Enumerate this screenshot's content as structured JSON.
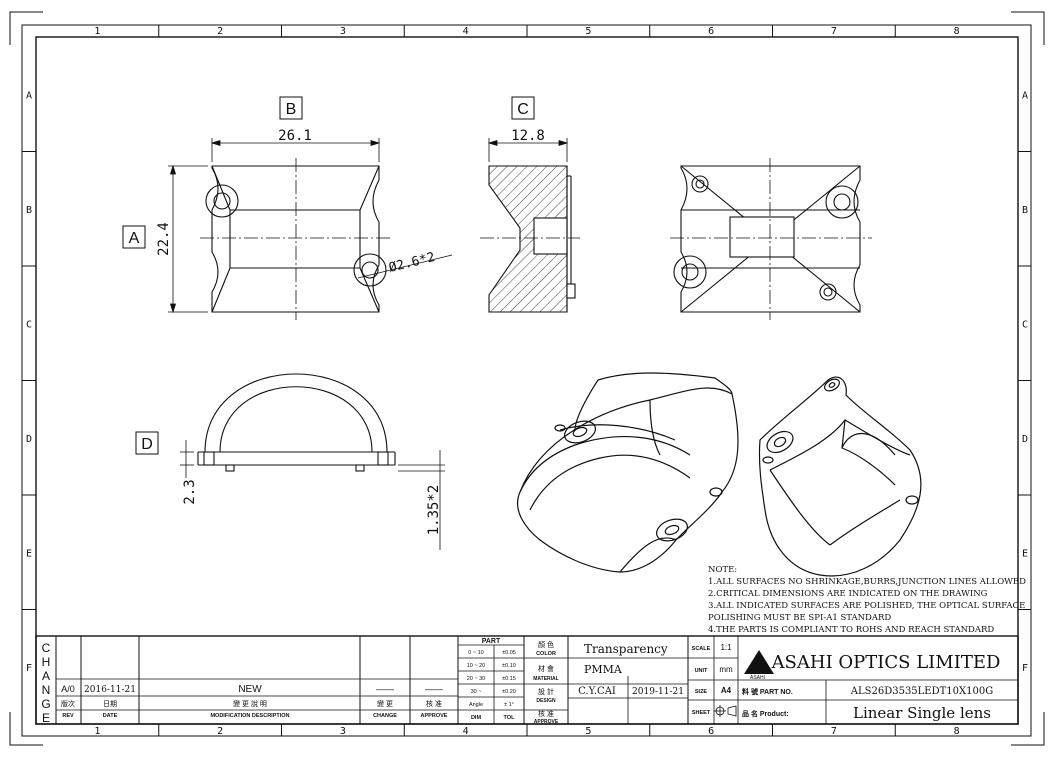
{
  "grid": {
    "columns": [
      "1",
      "2",
      "3",
      "4",
      "5",
      "6",
      "7",
      "8"
    ],
    "rows": [
      "A",
      "B",
      "C",
      "D",
      "E",
      "F"
    ]
  },
  "views": {
    "b": {
      "label": "B",
      "width_dim": "26.1"
    },
    "c": {
      "label": "C",
      "width_dim": "12.8"
    },
    "a": {
      "label": "A",
      "height_dim": "22.4"
    },
    "d": {
      "label": "D",
      "dim_left": "2.3",
      "dim_right": "1.35*2"
    },
    "hole_dim": "Ø2.6*2"
  },
  "notes": {
    "title": "NOTE:",
    "lines": [
      "1.ALL SURFACES NO SHRINKAGE,BURRS,JUNCTION LINES ALLOWED",
      "2.CRITICAL DIMENSIONS ARE INDICATED ON THE DRAWING",
      "3.ALL INDICATED SURFACES ARE POLISHED, THE OPTICAL SURFACE",
      "POLISHING MUST BE SPI-A1 STANDARD",
      "4.THE PARTS IS COMPLIANT TO ROHS AND REACH STANDARD"
    ]
  },
  "title_block": {
    "change_letters": [
      "C",
      "H",
      "A",
      "N",
      "G",
      "E"
    ],
    "rev": "A/0",
    "rev_date": "2016-11-21",
    "rev_desc": "NEW",
    "rev_change": "——",
    "rev_approve": "——",
    "h_rev_cn": "版次",
    "h_rev": "REV",
    "h_date_cn": "日期",
    "h_date": "DATE",
    "h_mod_cn": "變 更 說 明",
    "h_mod": "MODIFICATION DESCRIPTION",
    "h_change_cn": "變 更",
    "h_change": "CHANGE",
    "h_approve_cn": "核 准",
    "h_approve": "APPROVE",
    "part_header": "PART",
    "tolerance_rows": [
      {
        "range": "0 ~ 10",
        "tol": "±0.05"
      },
      {
        "range": "10 ~ 20",
        "tol": "±0.10"
      },
      {
        "range": "20 ~ 30",
        "tol": "±0.15"
      },
      {
        "range": "30 ~",
        "tol": "±0.20"
      },
      {
        "range": "Angle",
        "tol": "± 1°"
      },
      {
        "range": "DIM",
        "tol": "TOL"
      }
    ],
    "color_cn": "顏 色",
    "color_en": "COLOR",
    "material_cn": "材 會",
    "material_en": "MATERIAL",
    "design_cn": "設 計",
    "design_en": "DESIGN",
    "approve_cn": "核 准",
    "approve_en": "APPROVE",
    "color_value": "Transparency",
    "material_value": "PMMA",
    "designer": "C.Y.CAI",
    "design_date": "2019-11-21",
    "scale_label": "SCALE",
    "scale_value": "1:1",
    "unit_label": "UNIT",
    "unit_value": "mm",
    "size_label": "SIZE",
    "size_value": "A4",
    "sheet_label": "SHEET",
    "company": "ASAHI OPTICS LIMITED",
    "logo_text": "ASAHI",
    "part_no_label": "料 號  PART NO.",
    "part_no": "ALS26D3535LEDT10X100G",
    "product_label": "品 名  Product:",
    "product": "Linear Single lens"
  }
}
